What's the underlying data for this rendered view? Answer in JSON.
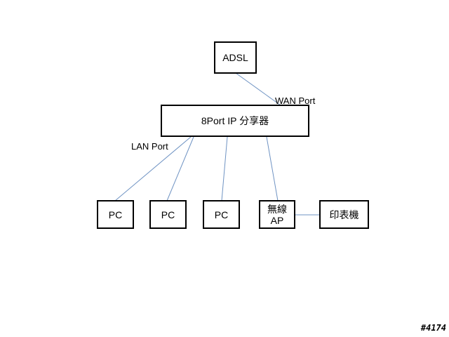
{
  "nodes": {
    "adsl": "ADSL",
    "router": "8Port IP 分享器",
    "pc1": "PC",
    "pc2": "PC",
    "pc3": "PC",
    "wireless_ap": "無線\nAP",
    "printer": "印表機"
  },
  "edge_labels": {
    "wan_port": "WAN Port",
    "lan_port": "LAN Port"
  },
  "slide_id": "#4174",
  "colors": {
    "connector": "#6f93c3",
    "box_border": "#000000"
  }
}
